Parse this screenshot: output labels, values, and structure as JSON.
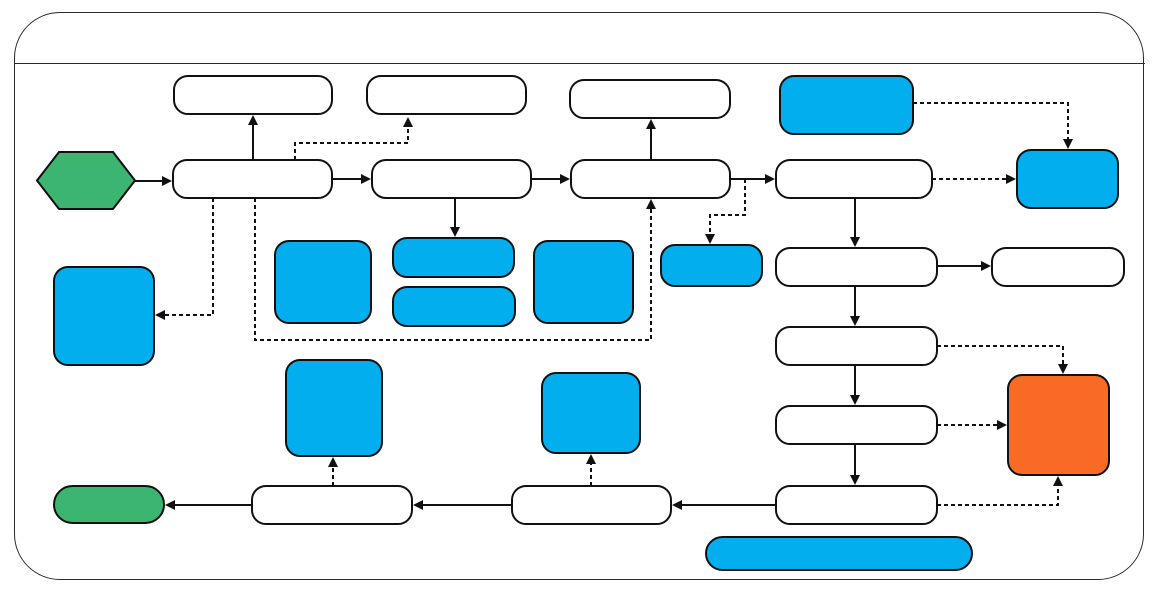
{
  "diagram": {
    "title": "",
    "colors": {
      "process": "#ffffff",
      "data": "#03aeee",
      "terminal": "#3cb571",
      "alert": "#f96a24",
      "stroke": "#111111"
    },
    "nodes": [
      {
        "id": "start",
        "kind": "hexagon-start",
        "label": ""
      },
      {
        "id": "p1",
        "kind": "process",
        "label": ""
      },
      {
        "id": "p2",
        "kind": "process",
        "label": ""
      },
      {
        "id": "p3",
        "kind": "process",
        "label": ""
      },
      {
        "id": "p4",
        "kind": "process",
        "label": ""
      },
      {
        "id": "o1",
        "kind": "process",
        "label": ""
      },
      {
        "id": "o2",
        "kind": "process",
        "label": ""
      },
      {
        "id": "o3",
        "kind": "process",
        "label": ""
      },
      {
        "id": "d-top",
        "kind": "data",
        "label": ""
      },
      {
        "id": "d-right",
        "kind": "data",
        "label": ""
      },
      {
        "id": "d-left",
        "kind": "data",
        "label": ""
      },
      {
        "id": "d-g1",
        "kind": "data",
        "label": ""
      },
      {
        "id": "d-g2a",
        "kind": "data",
        "label": ""
      },
      {
        "id": "d-g2b",
        "kind": "data",
        "label": ""
      },
      {
        "id": "d-g3",
        "kind": "data",
        "label": ""
      },
      {
        "id": "d-mid",
        "kind": "data",
        "label": ""
      },
      {
        "id": "v1",
        "kind": "process",
        "label": ""
      },
      {
        "id": "v1-side",
        "kind": "process",
        "label": ""
      },
      {
        "id": "v2",
        "kind": "process",
        "label": ""
      },
      {
        "id": "v3",
        "kind": "process",
        "label": ""
      },
      {
        "id": "v4",
        "kind": "process",
        "label": ""
      },
      {
        "id": "alert",
        "kind": "alert",
        "label": ""
      },
      {
        "id": "d-bottom",
        "kind": "data",
        "label": ""
      },
      {
        "id": "b1",
        "kind": "process",
        "label": ""
      },
      {
        "id": "b2",
        "kind": "process",
        "label": ""
      },
      {
        "id": "d-b1",
        "kind": "data",
        "label": ""
      },
      {
        "id": "d-b2",
        "kind": "data",
        "label": ""
      },
      {
        "id": "end",
        "kind": "terminal-end",
        "label": ""
      }
    ],
    "edges": [
      {
        "from": "start",
        "to": "p1",
        "style": "solid"
      },
      {
        "from": "p1",
        "to": "p2",
        "style": "solid"
      },
      {
        "from": "p2",
        "to": "p3",
        "style": "solid"
      },
      {
        "from": "p3",
        "to": "p4",
        "style": "solid"
      },
      {
        "from": "p1",
        "to": "o1",
        "style": "solid"
      },
      {
        "from": "p1",
        "to": "o2",
        "style": "dashed"
      },
      {
        "from": "p3",
        "to": "o3",
        "style": "solid"
      },
      {
        "from": "p2",
        "to": "d-g2a",
        "style": "solid"
      },
      {
        "from": "p1",
        "to": "d-left",
        "style": "dashed"
      },
      {
        "from": "p1",
        "to": "p3",
        "style": "dashed"
      },
      {
        "from": "p3",
        "to": "d-mid",
        "style": "dashed"
      },
      {
        "from": "d-top",
        "to": "d-right",
        "style": "dashed"
      },
      {
        "from": "p4",
        "to": "d-right",
        "style": "dashed"
      },
      {
        "from": "p4",
        "to": "v1",
        "style": "solid"
      },
      {
        "from": "v1",
        "to": "v1-side",
        "style": "solid"
      },
      {
        "from": "v1",
        "to": "v2",
        "style": "solid"
      },
      {
        "from": "v2",
        "to": "v3",
        "style": "solid"
      },
      {
        "from": "v3",
        "to": "v4",
        "style": "solid"
      },
      {
        "from": "v2",
        "to": "alert",
        "style": "dashed"
      },
      {
        "from": "v3",
        "to": "alert",
        "style": "dashed"
      },
      {
        "from": "v4",
        "to": "alert",
        "style": "dashed"
      },
      {
        "from": "v4",
        "to": "b2",
        "style": "solid"
      },
      {
        "from": "b2",
        "to": "b1",
        "style": "solid"
      },
      {
        "from": "b1",
        "to": "end",
        "style": "solid"
      },
      {
        "from": "b2",
        "to": "d-b2",
        "style": "dashed"
      },
      {
        "from": "b1",
        "to": "d-b1",
        "style": "dashed"
      }
    ]
  }
}
